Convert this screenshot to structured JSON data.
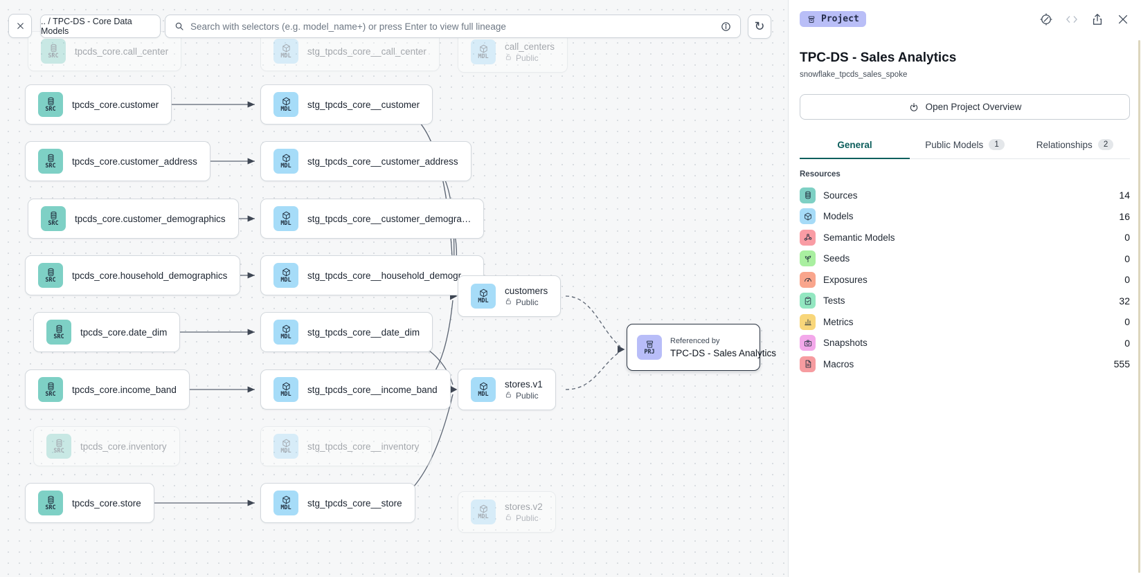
{
  "topbar": {
    "breadcrumb": ".. / TPC-DS - Core Data Models",
    "search_placeholder": "Search with selectors (e.g. model_name+) or press Enter to view full lineage"
  },
  "panel": {
    "badge": "Project",
    "title": "TPC-DS - Sales Analytics",
    "subtitle": "snowflake_tpcds_sales_spoke",
    "overview_button": "Open Project Overview",
    "tabs": [
      {
        "label": "General",
        "active": true
      },
      {
        "label": "Public Models",
        "count": "1"
      },
      {
        "label": "Relationships",
        "count": "2"
      }
    ],
    "resources_heading": "Resources",
    "resources": [
      {
        "label": "Sources",
        "count": "14",
        "icon": "database-icon",
        "color": "#7ED0C4"
      },
      {
        "label": "Models",
        "count": "16",
        "icon": "cube-icon",
        "color": "#A6DBF7"
      },
      {
        "label": "Semantic Models",
        "count": "0",
        "icon": "graph-icon",
        "color": "#F99CA4"
      },
      {
        "label": "Seeds",
        "count": "0",
        "icon": "seedling-icon",
        "color": "#A9EFA0"
      },
      {
        "label": "Exposures",
        "count": "0",
        "icon": "gauge-icon",
        "color": "#F9A58C"
      },
      {
        "label": "Tests",
        "count": "32",
        "icon": "clipboard-check-icon",
        "color": "#93E7C1"
      },
      {
        "label": "Metrics",
        "count": "0",
        "icon": "bar-chart-icon",
        "color": "#F8D67A"
      },
      {
        "label": "Snapshots",
        "count": "0",
        "icon": "camera-icon",
        "color": "#F3A8EA"
      },
      {
        "label": "Macros",
        "count": "555",
        "icon": "file-icon",
        "color": "#F69CA0"
      }
    ]
  },
  "graph": {
    "source_badge": "SRC",
    "model_badge": "MDL",
    "project_badge": "PRJ",
    "public_label": "Public",
    "sources": [
      {
        "label": "tpcds_core.call_center",
        "faded": true
      },
      {
        "label": "tpcds_core.customer"
      },
      {
        "label": "tpcds_core.customer_address"
      },
      {
        "label": "tpcds_core.customer_demographics"
      },
      {
        "label": "tpcds_core.household_demographics"
      },
      {
        "label": "tpcds_core.date_dim"
      },
      {
        "label": "tpcds_core.income_band"
      },
      {
        "label": "tpcds_core.inventory",
        "faded": true
      },
      {
        "label": "tpcds_core.store"
      }
    ],
    "staging_models": [
      {
        "label": "stg_tpcds_core__call_center",
        "faded": true
      },
      {
        "label": "stg_tpcds_core__customer"
      },
      {
        "label": "stg_tpcds_core__customer_address"
      },
      {
        "label": "stg_tpcds_core__customer_demogra…"
      },
      {
        "label": "stg_tpcds_core__household_demogr…"
      },
      {
        "label": "stg_tpcds_core__date_dim"
      },
      {
        "label": "stg_tpcds_core__income_band"
      },
      {
        "label": "stg_tpcds_core__inventory",
        "faded": true
      },
      {
        "label": "stg_tpcds_core__store"
      }
    ],
    "public_models": [
      {
        "label": "call_centers",
        "public": true,
        "faded": true
      },
      {
        "label": "customers",
        "public": true
      },
      {
        "label": "stores.v1",
        "public": true
      },
      {
        "label": "stores.v2",
        "public": true,
        "faded": true
      }
    ],
    "project_node": {
      "kicker": "Referenced by",
      "label": "TPC-DS - Sales Analytics"
    }
  }
}
